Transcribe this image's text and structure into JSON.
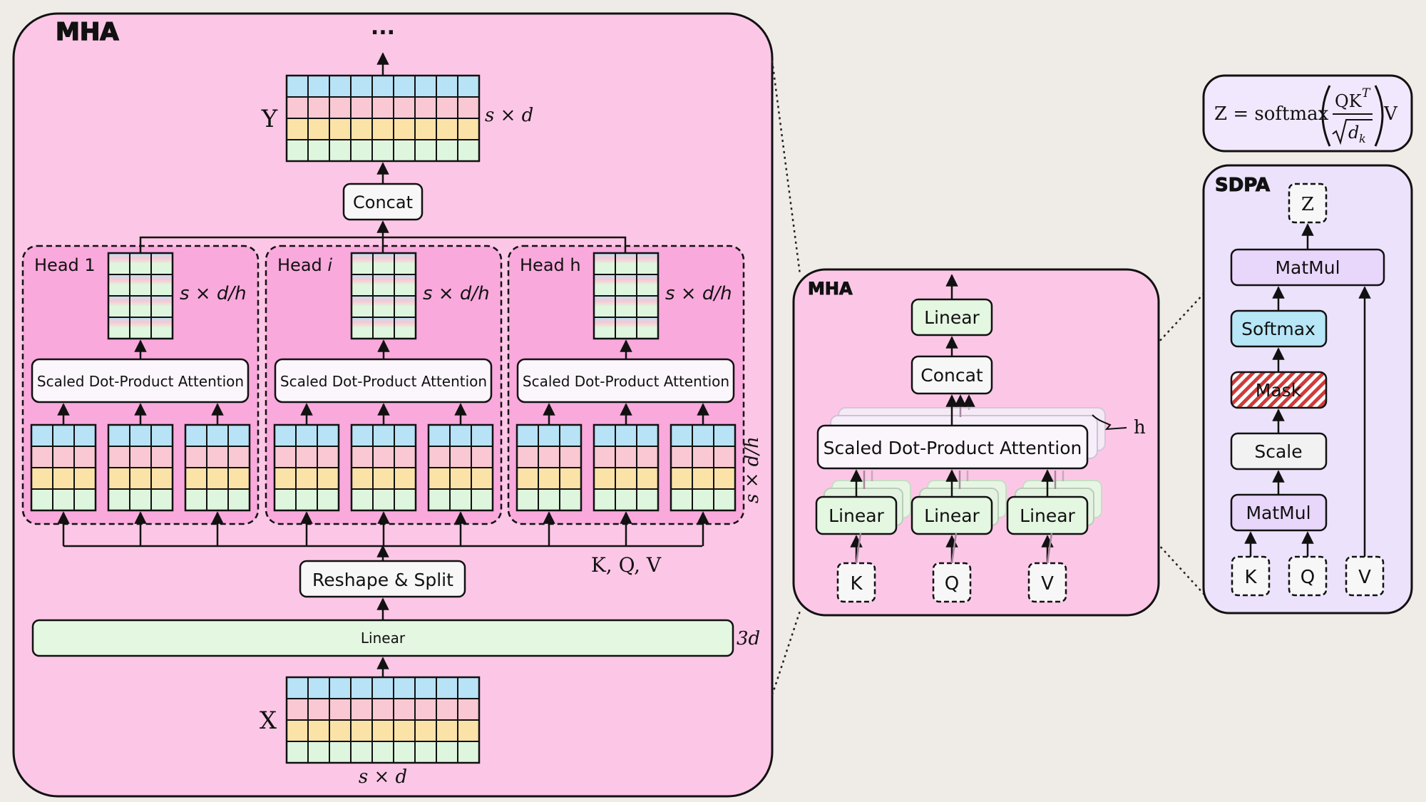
{
  "colors": {
    "background": "#efebe7",
    "mha_fill": "#fcc7e6",
    "head_fill": "#f9a9dc",
    "sdpa_fill": "#ece2fb",
    "formula_fill": "#f1e8fd",
    "grid_blue": "#b8e2f6",
    "grid_pink": "#f9c8d3",
    "grid_yellow": "#fbe3a8",
    "grid_green": "#dff6de",
    "linear_green": "#e4f7e1",
    "softmax_blue": "#b7e6f7",
    "matmul_purple": "#e9d6fb",
    "mask_red": "#cf3b3b"
  },
  "left_panel": {
    "title": "MHA",
    "top_ellipsis": "...",
    "y_label": "Y",
    "y_dim": "s × d",
    "concat_label": "Concat",
    "heads": [
      {
        "title_main": "Head",
        "title_suffix": "1",
        "dim": "s × d/h",
        "sdpa": "Scaled Dot-Product Attention"
      },
      {
        "title_main": "Head",
        "title_suffix": "i",
        "dim": "s × d/h",
        "sdpa": "Scaled Dot-Product Attention"
      },
      {
        "title_main": "Head",
        "title_suffix": "h",
        "dim": "s × d/h",
        "sdpa": "Scaled Dot-Product Attention"
      }
    ],
    "side_dim": "s × d/h",
    "kqv_label": "K, Q, V",
    "reshape_label": "Reshape & Split",
    "linear_label": "Linear",
    "linear_dim": "3d",
    "x_label": "X",
    "x_dim": "s × d"
  },
  "middle_panel": {
    "title": "MHA",
    "linear_top": "Linear",
    "concat": "Concat",
    "sdpa": "Scaled Dot-Product Attention",
    "h_label": "h",
    "linears": [
      "Linear",
      "Linear",
      "Linear"
    ],
    "inputs": [
      "K",
      "Q",
      "V"
    ]
  },
  "formula": {
    "lhs": "Z = softmax",
    "numerator": "QK",
    "superscript": "T",
    "denominator": "d",
    "subscript": "k",
    "rhs": "V"
  },
  "sdpa_panel": {
    "title": "SDPA",
    "output": "Z",
    "matmul_top": "MatMul",
    "softmax": "Softmax",
    "mask": "Mask",
    "scale": "Scale",
    "matmul_bottom": "MatMul",
    "inputs": [
      "K",
      "Q",
      "V"
    ]
  }
}
